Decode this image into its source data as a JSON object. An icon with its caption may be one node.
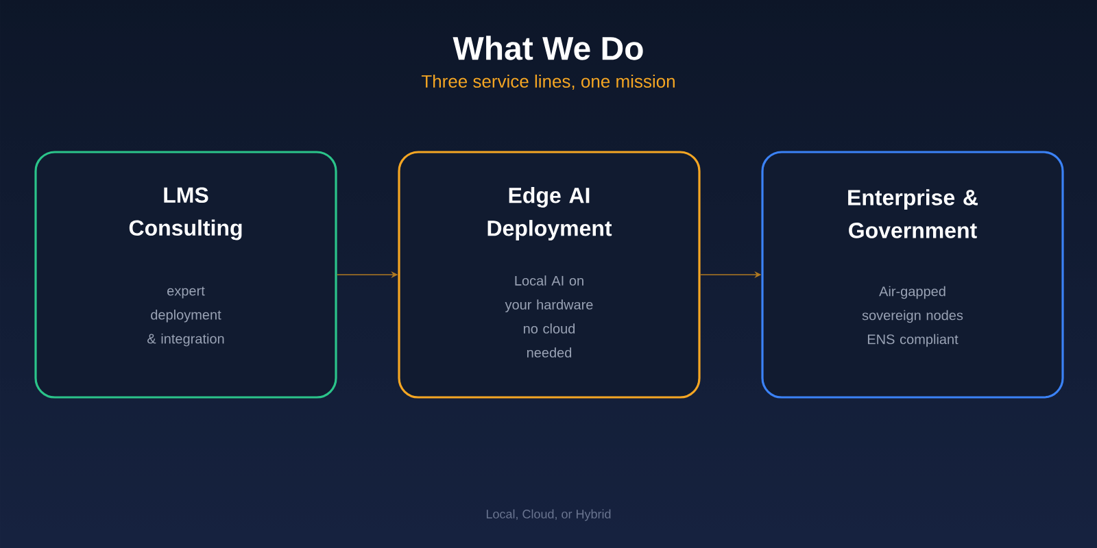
{
  "diagram": {
    "title": "What We Do",
    "nodes": [
      {
        "text": [
          "LMS Consulting",
          "expert deployment & integration"
        ]
      },
      {
        "text": [
          "Edge AI Deployment",
          "Local AI on your hardware no cloud needed"
        ]
      },
      {
        "text": [
          "Enterprise & Government",
          "Air-gapped sovereign nodes ENS compliant"
        ]
      }
    ],
    "edges": [
      {
        "from": 0,
        "to": 1,
        "arrow": "to"
      },
      {
        "from": 1,
        "to": 2,
        "arrow": "to"
      }
    ],
    "labels": [
      "Three service lines, one mission",
      "Local, Cloud, or Hybrid"
    ]
  }
}
